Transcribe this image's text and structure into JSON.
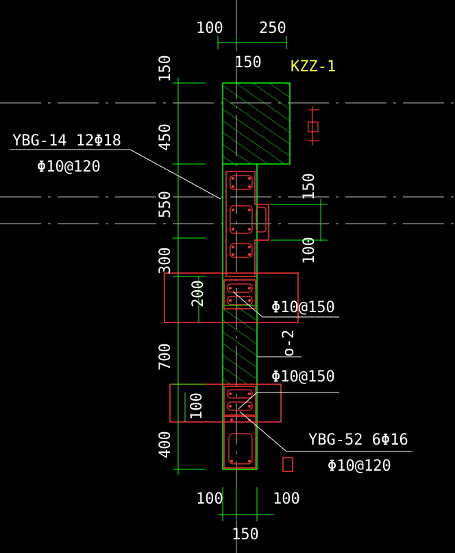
{
  "drawing": {
    "title": "KZZ-1",
    "top_dimensions": [
      "100",
      "250",
      "150"
    ],
    "bottom_dimensions": [
      "100",
      "100",
      "150"
    ],
    "left_dimensions": [
      "150",
      "450",
      "550",
      "300",
      "700",
      "400"
    ],
    "right_dimensions": [
      "150",
      "100"
    ],
    "inner_dimensions": [
      "200",
      "100"
    ],
    "labels": {
      "ybg14_line1": "YBG-14 12Φ18",
      "ybg14_line2": "Φ10@120",
      "stirrup_upper": "Φ10@150",
      "section_mark": "o-2",
      "stirrup_lower": "Φ10@150",
      "ybg52_line1": "YBG-52 6Φ16",
      "ybg52_line2": "Φ10@120"
    },
    "colors": {
      "background": "#000000",
      "dimension": "#00ff00",
      "outline": "#ff3333",
      "text": "#ffffff",
      "title": "#ffff33",
      "hatch": "#00ff00"
    }
  }
}
